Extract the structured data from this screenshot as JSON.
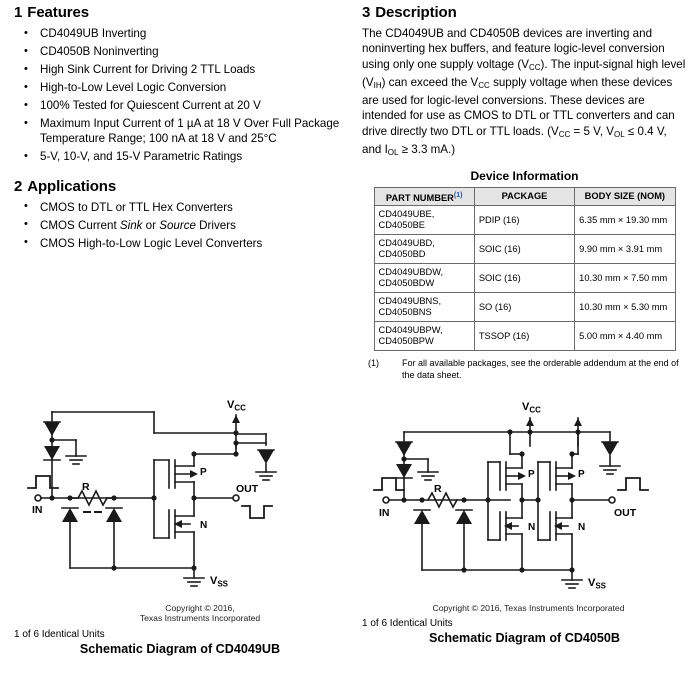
{
  "document": {
    "type": "datasheet-page",
    "device_left": "CD4049UB",
    "device_right": "CD4050B"
  },
  "features": {
    "number": "1",
    "title": "Features",
    "items": [
      "CD4049UB Inverting",
      "CD4050B Noninverting",
      "High Sink Current for Driving 2 TTL Loads",
      "High-to-Low Level Logic Conversion",
      "100% Tested for Quiescent Current at 20 V",
      "Maximum Input Current of 1 µA at 18 V Over Full Package Temperature Range; 100 nA at 18 V and 25°C",
      "5-V, 10-V, and 15-V Parametric Ratings"
    ]
  },
  "applications": {
    "number": "2",
    "title": "Applications",
    "items": [
      {
        "pre": "CMOS to DTL or TTL Hex Converters"
      },
      {
        "pre": "CMOS Current ",
        "italic": "Sink",
        "mid": " or ",
        "italic2": "Source",
        "post": " Drivers"
      },
      {
        "pre": "CMOS High-to-Low Logic Level Converters"
      }
    ]
  },
  "description": {
    "number": "3",
    "title": "Description",
    "paragraph": "The CD4049UB and CD4050B devices are inverting and noninverting hex buffers, and feature logic-level conversion using only one supply voltage (VCC). The input-signal high level (VIH) can exceed the VCC supply voltage when these devices are used for logic-level conversions. These devices are intended for use as CMOS to DTL or TTL converters and can drive directly two DTL or TTL loads. (VCC = 5 V, VOL ≤ 0.4 V, and IOL ≥ 3.3 mA.)",
    "segments": [
      {
        "t": "The CD4049UB and CD4050B devices are inverting and noninverting hex buffers, and feature logic-level conversion using only one supply voltage (V"
      },
      {
        "sub": "CC"
      },
      {
        "t": "). The input-signal high level (V"
      },
      {
        "sub": "IH"
      },
      {
        "t": ") can exceed the V"
      },
      {
        "sub": "CC"
      },
      {
        "t": " supply voltage when these devices are used for logic-level conversions. These devices are intended for use as CMOS to DTL or TTL converters and can drive directly two DTL or TTL loads. (V"
      },
      {
        "sub": "CC"
      },
      {
        "t": " = 5 V, V"
      },
      {
        "sub": "OL"
      },
      {
        "t": " ≤ 0.4 V, and I"
      },
      {
        "sub": "OL"
      },
      {
        "t": " ≥ 3.3 mA.)"
      }
    ]
  },
  "device_information": {
    "title": "Device Information",
    "columns": [
      "PART NUMBER",
      "PACKAGE",
      "BODY SIZE (NOM)"
    ],
    "header_footnote_mark": "(1)",
    "rows": [
      {
        "part_number": "CD4049UBE, CD4050BE",
        "part_line1": "CD4049UBE,",
        "part_line2": "CD4050BE",
        "package": "PDIP (16)",
        "body_size": "6.35 mm × 19.30 mm"
      },
      {
        "part_number": "CD4049UBD, CD4050BD",
        "part_line1": "CD4049UBD,",
        "part_line2": "CD4050BD",
        "package": "SOIC (16)",
        "body_size": "9.90 mm × 3.91 mm"
      },
      {
        "part_number": "CD4049UBDW, CD4050BDW",
        "part_line1": "CD4049UBDW,",
        "part_line2": "CD4050BDW",
        "package": "SOIC (16)",
        "body_size": "10.30 mm × 7.50 mm"
      },
      {
        "part_number": "CD4049UBNS, CD4050BNS",
        "part_line1": "CD4049UBNS,",
        "part_line2": "CD4050BNS",
        "package": "SO (16)",
        "body_size": "10.30 mm × 5.30 mm"
      },
      {
        "part_number": "CD4049UBPW, CD4050BPW",
        "part_line1": "CD4049UBPW,",
        "part_line2": "CD4050BPW",
        "package": "TSSOP (16)",
        "body_size": "5.00 mm × 4.40 mm"
      }
    ],
    "footnote": {
      "mark": "(1)",
      "text": "For all available packages, see the orderable addendum at the end of the data sheet."
    }
  },
  "schematic_left": {
    "copyright_line1": "Copyright © 2016,",
    "copyright_line2": "Texas Instruments Incorporated",
    "units_note": "1 of 6 Identical Units",
    "caption": "Schematic Diagram of CD4049UB",
    "labels": {
      "vcc": "V",
      "vcc_sub": "CC",
      "vss": "V",
      "vss_sub": "SS",
      "in": "IN",
      "out": "OUT",
      "resistor": "R",
      "pmos": "P",
      "nmos": "N"
    }
  },
  "schematic_right": {
    "copyright_line1": "Copyright © 2016, Texas Instruments Incorporated",
    "units_note": "1 of 6 Identical Units",
    "caption": "Schematic Diagram of CD4050B",
    "labels": {
      "vcc": "V",
      "vcc_sub": "CC",
      "vss": "V",
      "vss_sub": "SS",
      "in": "IN",
      "out": "OUT",
      "resistor": "R",
      "pmos1": "P",
      "nmos1": "N",
      "pmos2": "P",
      "nmos2": "N"
    }
  },
  "colors": {
    "text": "#000000",
    "table_header_bg": "#e4e4e4",
    "table_border": "#6b6b6b",
    "footnote_link": "#1b54b8",
    "schematic_line": "#1a1a1a"
  }
}
